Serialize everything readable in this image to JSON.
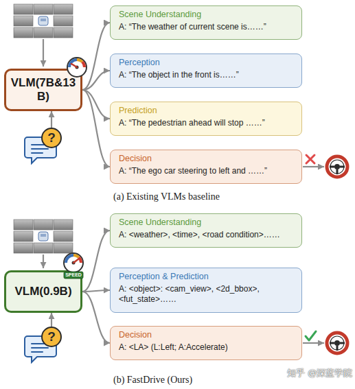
{
  "diagram": {
    "nodes": [
      {
        "text": [
          "VLM(7B&13 B)"
        ]
      },
      {
        "text": [
          "?"
        ]
      },
      {
        "text": [
          "Scene Understanding",
          "A: “The weather of current scene is……”"
        ]
      },
      {
        "text": [
          "Perception",
          "A: “The object in the front is……”"
        ]
      },
      {
        "text": [
          "Prediction",
          "A: “The pedestrian ahead will stop ……”"
        ]
      },
      {
        "text": [
          "Decision",
          "A: “The ego car steering to left and ……”"
        ]
      },
      {
        "text": [
          "VLM(0.9B)"
        ]
      },
      {
        "text": [
          "?"
        ]
      },
      {
        "text": [
          "Scene Understanding",
          "A: <weather>, <time>, <road condition>……"
        ]
      },
      {
        "text": [
          "Perception & Prediction",
          "A: <object>: <cam_view>, <2d_bbox>, <fut_state>……"
        ]
      },
      {
        "text": [
          "Decision",
          "A: <LA> (L:Left; A:Accelerate)"
        ]
      }
    ],
    "edges": [
      {
        "from": 1,
        "to": 0,
        "arrow": "to"
      },
      {
        "from": 0,
        "to": 2,
        "arrow": "to"
      },
      {
        "from": 0,
        "to": 3,
        "arrow": "to"
      },
      {
        "from": 0,
        "to": 4,
        "arrow": "to"
      },
      {
        "from": 0,
        "to": 5,
        "arrow": "to"
      },
      {
        "from": 7,
        "to": 6,
        "arrow": "to"
      },
      {
        "from": 6,
        "to": 8,
        "arrow": "to"
      },
      {
        "from": 6,
        "to": 9,
        "arrow": "to"
      },
      {
        "from": 6,
        "to": 10,
        "arrow": "to"
      }
    ],
    "labels": [
      "(a) Existing VLMs baseline",
      "SPEED",
      "知乎 @深蓝学院",
      "(b) FastDrive (Ours)"
    ]
  }
}
